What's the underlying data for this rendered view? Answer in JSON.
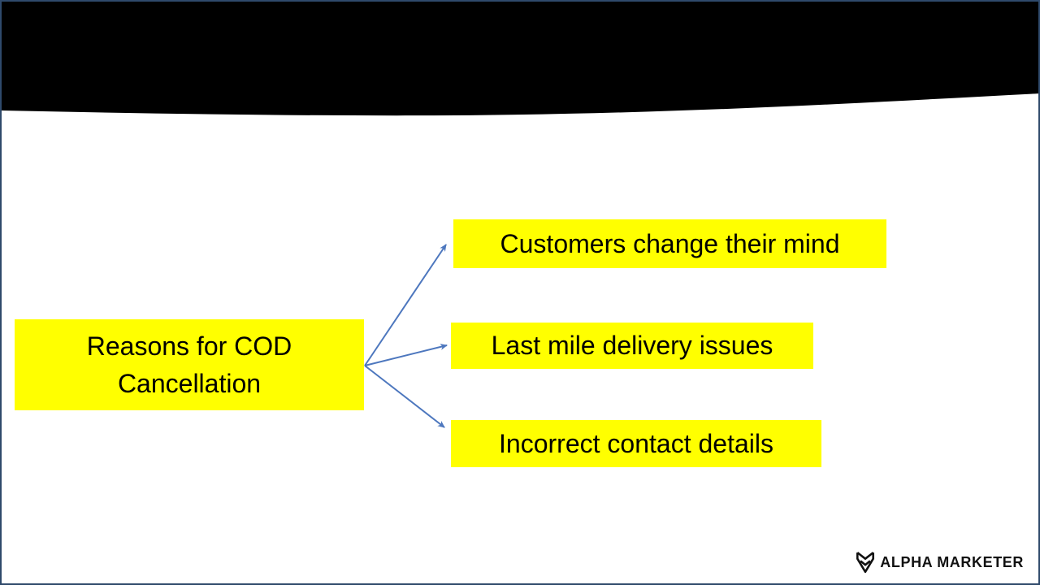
{
  "diagram": {
    "root_box": {
      "label": "Reasons for COD\nCancellation"
    },
    "branches": [
      {
        "label": "Customers change their mind"
      },
      {
        "label": "Last mile delivery issues"
      },
      {
        "label": "Incorrect contact details"
      }
    ]
  },
  "logo": {
    "text": "ALPHA MARKETER",
    "icon": "chevron-shield-icon"
  },
  "colors": {
    "background": "#FFFFFF",
    "header_fill": "#000000",
    "box_fill": "#FFFF00",
    "text": "#000000",
    "arrow": "#4D77BE",
    "slide_border": "#2F4A6B",
    "logo_text": "#111111"
  }
}
